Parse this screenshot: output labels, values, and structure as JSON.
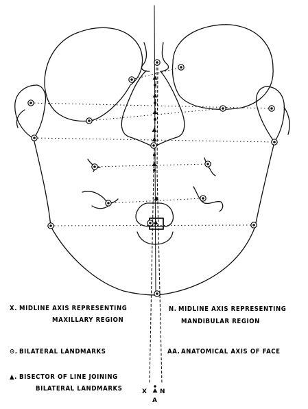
{
  "legend": {
    "x_symbol": "X.",
    "x_line1": "MIDLINE AXIS REPRESENTING",
    "x_line2": "MAXILLARY REGION",
    "n_symbol": "N.",
    "n_line1": "MIDLINE AXIS REPRESENTING",
    "n_line2": "MANDIBULAR REGION",
    "bilateral_symbol": "⊙.",
    "bilateral_text": "BILATERAL  LANDMARKS",
    "aa_symbol": "AA.",
    "aa_text": "ANATOMICAL AXIS OF FACE",
    "bisector_symbol": "▲.",
    "bisector_line1": "BISECTOR OF LINE JOINING",
    "bisector_line2": "BILATERAL LANDMARKS"
  },
  "axis_labels": {
    "x": "X",
    "n": "N",
    "aa": "A"
  },
  "colors": {
    "ink": "#000000",
    "paper": "#ffffff"
  }
}
